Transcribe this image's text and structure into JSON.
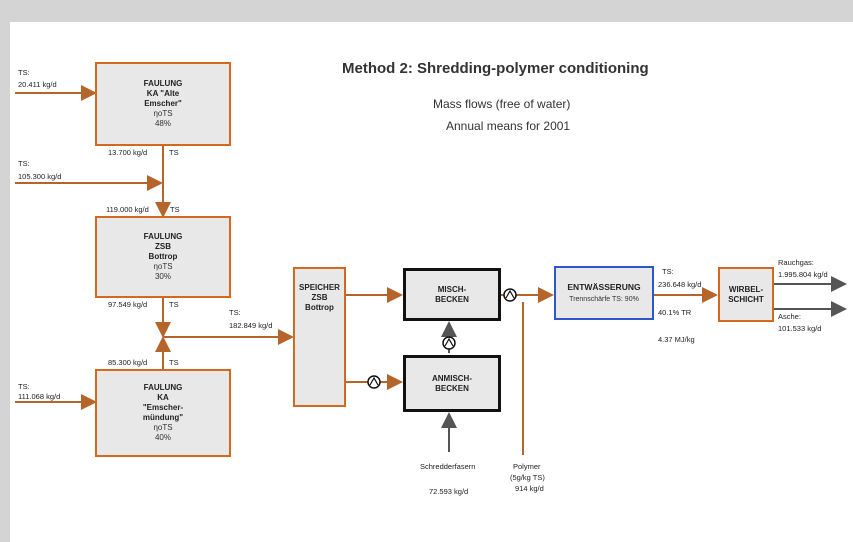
{
  "header": {
    "title": "Method 2: Shredding-polymer conditioning",
    "subtitle1": "Mass flows (free of water)",
    "subtitle2": "Annual means for 2001"
  },
  "boxes": {
    "faulung_alte": {
      "lines": [
        "FAULUNG",
        "KA \"Alte",
        "Emscher\""
      ],
      "sub": [
        "ηoTS",
        "48%"
      ]
    },
    "faulung_zsb": {
      "lines": [
        "FAULUNG",
        "ZSB",
        "Bottrop"
      ],
      "sub": [
        "ηoTS",
        "30%"
      ]
    },
    "faulung_emscher": {
      "lines": [
        "FAULUNG",
        "KA",
        "\"Emscher-",
        "mündung\""
      ],
      "sub": [
        "ηoTS",
        "40%"
      ]
    },
    "speicher": {
      "lines": [
        "SPEICHER",
        "ZSB",
        "Bottrop"
      ]
    },
    "misch": {
      "lines": [
        "MISCH-",
        "BECKEN"
      ]
    },
    "anmisch": {
      "lines": [
        "ANMISCH-",
        "BECKEN"
      ]
    },
    "entwaesserung": {
      "title": "ENTWÄSSERUNG",
      "sub": "Trennschärfe TS: 90%"
    },
    "wirbel": {
      "lines": [
        "WIRBEL-",
        "SCHICHT"
      ]
    }
  },
  "flows": {
    "ts_in1_label": "TS:",
    "ts_in1_value": "20.411 kg/d",
    "out1": "13.700 kg/d",
    "out1_ts": "TS",
    "ts_in2_label": "TS:",
    "ts_in2_value": "105.300 kg/d",
    "mid1": "119.000 kg/d",
    "mid1_ts": "TS",
    "out2": "97.549 kg/d",
    "out2_ts": "TS",
    "join_label": "TS:",
    "join_value": "182.849 kg/d",
    "out3": "85.300 kg/d",
    "out3_ts": "TS",
    "ts_in3_label": "TS:",
    "ts_in3_value": "111.068 kg/d",
    "shred_label": "Schredderfasern",
    "shred_value": "72.593 kg/d",
    "polymer_label1": "Polymer",
    "polymer_label2": "(5g/kg TS)",
    "polymer_value": "914 kg/d",
    "dewater_ts": "TS:",
    "dewater_value": "236.648 kg/d",
    "dewater_tr": "40.1% TR",
    "dewater_energy": "4.37 MJ/kg",
    "rauchgas_label": "Rauchgas:",
    "rauchgas_value": "1.995.804 kg/d",
    "asche_label": "Asche:",
    "asche_value": "101.533 kg/d"
  },
  "colors": {
    "flow": "#b5652a",
    "orange_border": "#d2691e",
    "blue_border": "#3355cc",
    "pipe": "#555555"
  }
}
